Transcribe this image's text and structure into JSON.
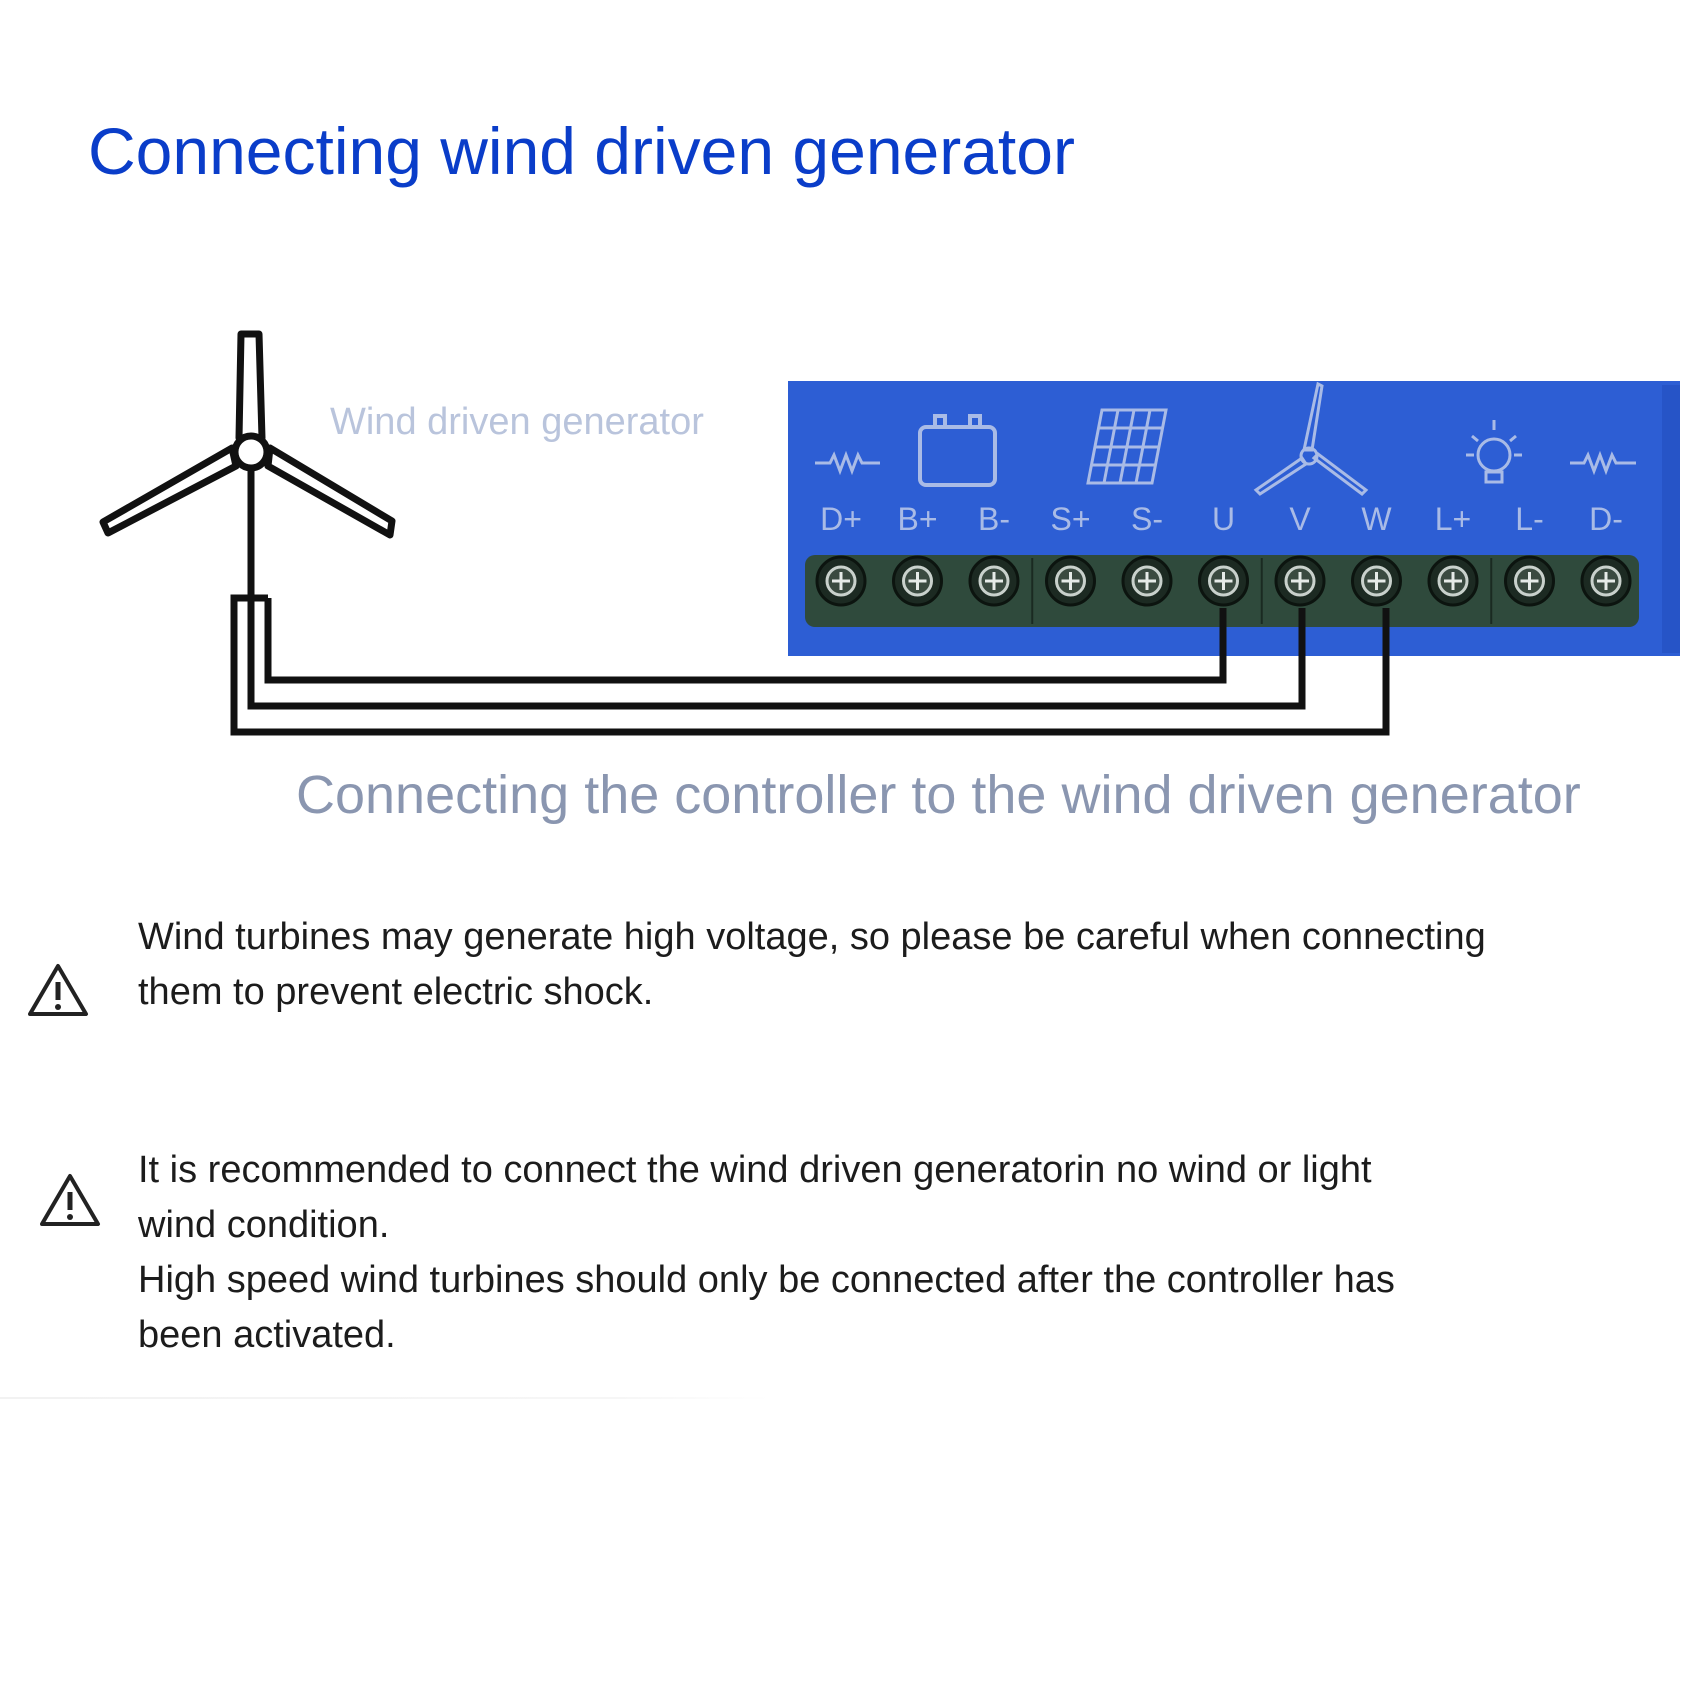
{
  "title": "Connecting wind driven generator",
  "diagram": {
    "generator_label": "Wind driven generator",
    "caption": "Connecting the controller to the wind driven generator",
    "terminals": [
      "D+",
      "B+",
      "B-",
      "S+",
      "S-",
      "U",
      "V",
      "W",
      "L+",
      "L-",
      "D-"
    ],
    "connected_terminals": [
      "U",
      "V",
      "W"
    ],
    "panel_icons": [
      "resistor-icon",
      "battery-icon",
      "solar-panel-icon",
      "wind-turbine-icon",
      "lamp-icon",
      "resistor-icon"
    ],
    "colors": {
      "title": "#0a3dc9",
      "panel": "#2d5ed4",
      "terminal_block": "#2f4a3c",
      "label_text": "#b9c4dc",
      "caption_text": "#8a96b0",
      "wire": "#111111"
    }
  },
  "warnings": [
    {
      "icon": "warning-icon",
      "lines": [
        "Wind turbines may generate high voltage, so please be careful when connecting",
        "them to prevent electric shock."
      ]
    },
    {
      "icon": "warning-icon",
      "lines": [
        "It is recommended to connect the wind driven generatorin no wind or light",
        "wind condition.",
        "High speed wind turbines should only be connected after the controller has",
        "been activated."
      ]
    }
  ]
}
